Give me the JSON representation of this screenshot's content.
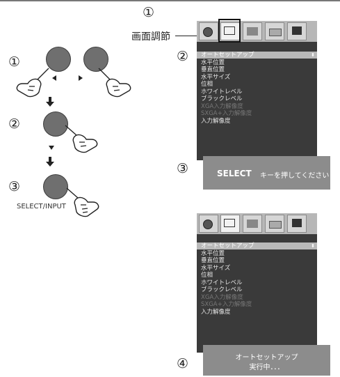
{
  "top_marker": "①",
  "callout_label": "画面調節",
  "steps_left": [
    "①",
    "②",
    "③"
  ],
  "select_input_label": "SELECT/INPUT",
  "panel1": {
    "marker_menu": "②",
    "marker_status": "③",
    "menu_items": [
      {
        "label": "オートセットアップ",
        "state": "selected"
      },
      {
        "label": "水平位置",
        "state": "normal"
      },
      {
        "label": "垂直位置",
        "state": "normal"
      },
      {
        "label": "水平サイズ",
        "state": "normal"
      },
      {
        "label": "位相",
        "state": "normal"
      },
      {
        "label": "ホワイトレベル",
        "state": "normal"
      },
      {
        "label": "ブラックレベル",
        "state": "normal"
      },
      {
        "label": "XGA入力解像度",
        "state": "dim"
      },
      {
        "label": "SXGA+入力解像度",
        "state": "dim"
      },
      {
        "label": "入力解像度",
        "state": "normal"
      }
    ],
    "status_bold": "SELECT",
    "status_rest": "キーを押してください"
  },
  "panel2": {
    "marker_status": "④",
    "menu_items": [
      {
        "label": "オートセットアップ",
        "state": "selected"
      },
      {
        "label": "水平位置",
        "state": "normal"
      },
      {
        "label": "垂直位置",
        "state": "normal"
      },
      {
        "label": "水平サイズ",
        "state": "normal"
      },
      {
        "label": "位相",
        "state": "normal"
      },
      {
        "label": "ホワイトレベル",
        "state": "normal"
      },
      {
        "label": "ブラックレベル",
        "state": "normal"
      },
      {
        "label": "XGA入力解像度",
        "state": "dim"
      },
      {
        "label": "SXGA+入力解像度",
        "state": "dim"
      },
      {
        "label": "入力解像度",
        "state": "normal"
      }
    ],
    "status_line1": "オートセットアップ",
    "status_line2": "実行中．．．"
  },
  "tab_icons": [
    "brightness-icon",
    "screen-adjust-icon",
    "tools-icon",
    "menu-tools-icon",
    "info-icon"
  ],
  "up_down_glyph": "⬍",
  "colors": {
    "panel": "#3a3a3a",
    "selected_row": "#b9b9b9",
    "status_bar": "#8c8c8c",
    "button": "#6f6f6f"
  }
}
